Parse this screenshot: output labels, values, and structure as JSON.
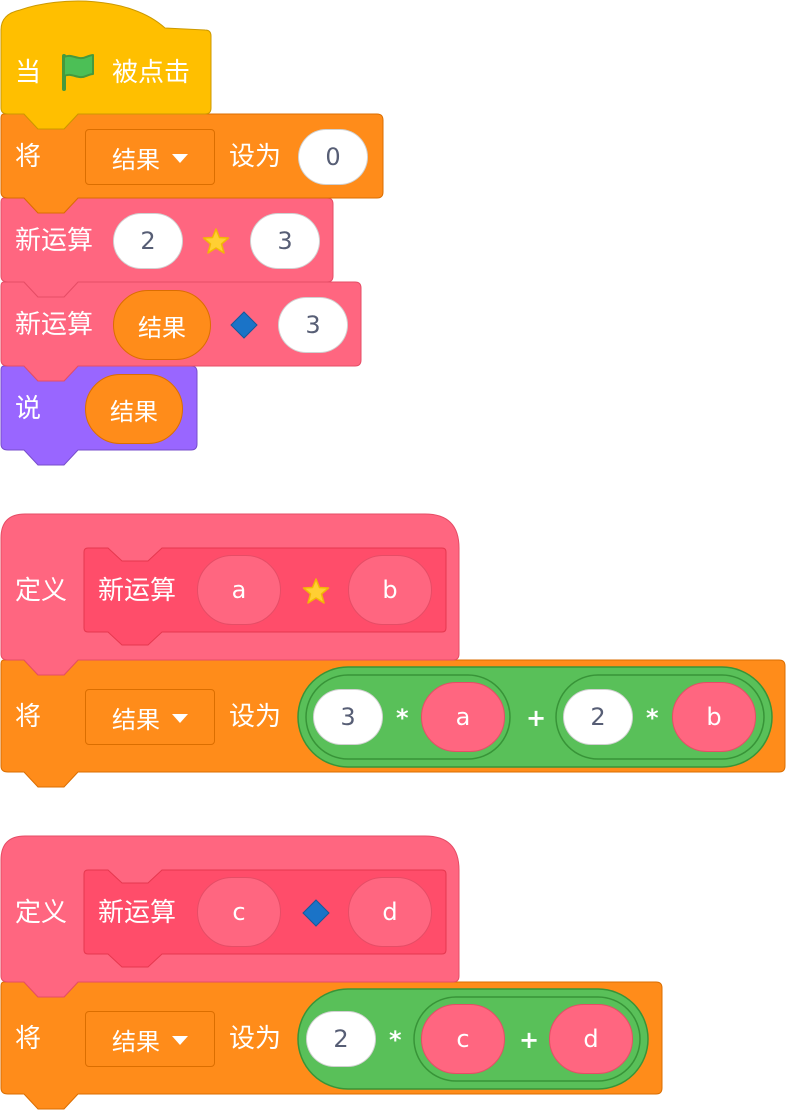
{
  "script_main": {
    "hat_when": "当",
    "hat_clicked": "被点击",
    "flag_icon": "green-flag-icon",
    "set1": {
      "label": "将",
      "variable": "结果",
      "to": "设为",
      "value": "0"
    },
    "call1": {
      "label": "新运算",
      "arg1": "2",
      "symbol": "star-icon",
      "arg2": "3"
    },
    "call2": {
      "label": "新运算",
      "arg1": "结果",
      "symbol": "diamond-icon",
      "arg2": "3"
    },
    "say": {
      "label": "说",
      "value": "结果"
    }
  },
  "define_star": {
    "define_label": "定义",
    "proc_label": "新运算",
    "param1": "a",
    "symbol": "star-icon",
    "param2": "b",
    "set": {
      "label": "将",
      "variable": "结果",
      "to": "设为",
      "n1": "3",
      "op1": "*",
      "v1": "a",
      "op2": "+",
      "n2": "2",
      "op3": "*",
      "v2": "b"
    }
  },
  "define_diamond": {
    "define_label": "定义",
    "proc_label": "新运算",
    "param1": "c",
    "symbol": "diamond-icon",
    "param2": "d",
    "set": {
      "label": "将",
      "variable": "结果",
      "to": "设为",
      "n1": "2",
      "op1": "*",
      "v1": "c",
      "op2": "+",
      "v2": "d"
    }
  },
  "colors": {
    "events": "#ffbf00",
    "variables": "#ff8c1a",
    "my_blocks": "#ff6680",
    "looks": "#9966ff",
    "operators": "#59c059"
  }
}
